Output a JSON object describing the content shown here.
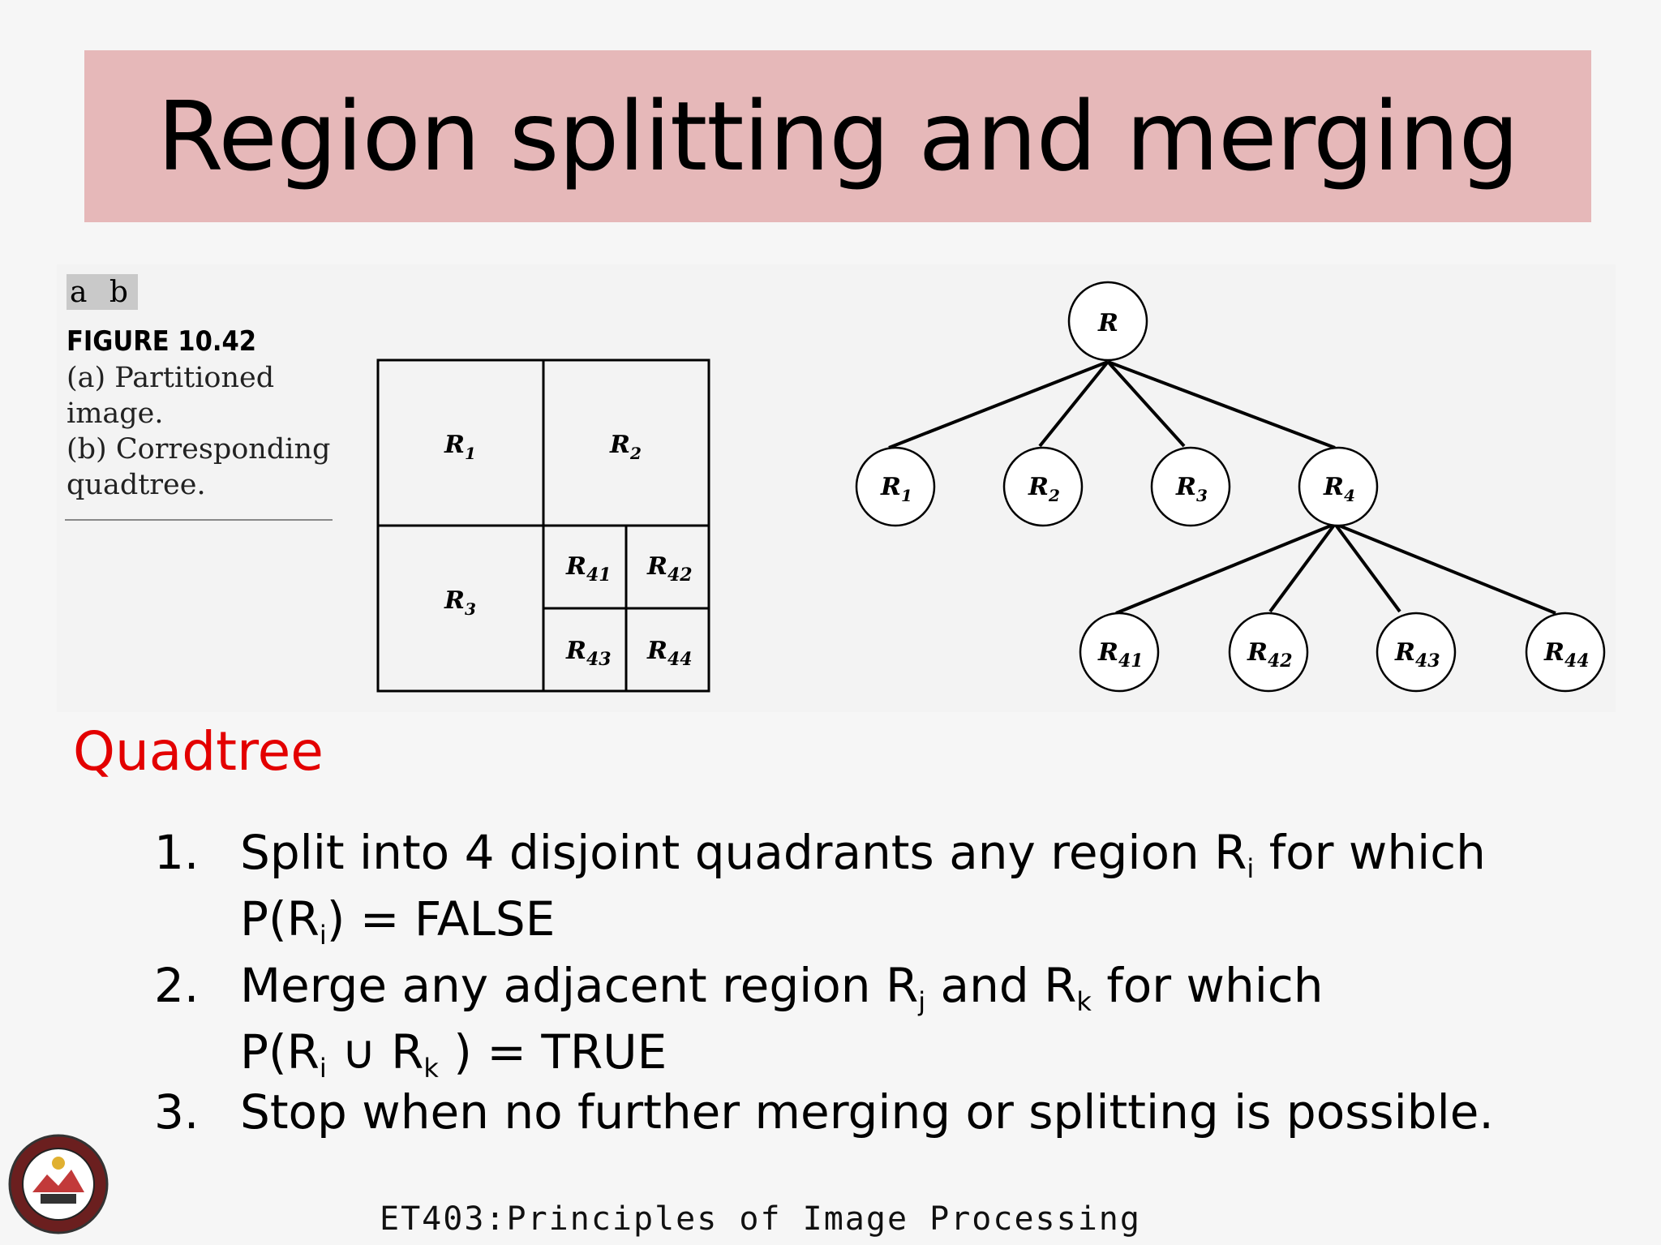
{
  "slide": {
    "title": "Region splitting and merging",
    "subtitle": "Quadtree",
    "footer": "ET403:Principles of Image Processing"
  },
  "figure": {
    "panel_labels": "a b",
    "number": "FIGURE 10.42",
    "caption_lines": [
      "(a) Partitioned",
      "image.",
      "(b) Corresponding",
      "quadtree."
    ],
    "regions": {
      "r": "R",
      "r1": "1",
      "r2": "2",
      "r3": "3",
      "r4": "4",
      "r41": "41",
      "r42": "42",
      "r43": "43",
      "r44": "44"
    }
  },
  "steps": [
    {
      "num": "1.",
      "line1_pre": "Split into 4 disjoint quadrants any region R",
      "line1_sub": "i",
      "line1_post": " for which",
      "line2_pre": "P(R",
      "line2_sub": "i",
      "line2_post": ") = FALSE"
    },
    {
      "num": "2.",
      "line1_pre": "Merge any adjacent region R",
      "line1_sub": "j",
      "line1_mid": " and R",
      "line1_sub2": "k",
      "line1_post": " for which",
      "line2_pre": "P(R",
      "line2_sub": "i",
      "line2_mid": " ∪ R",
      "line2_sub2": "k",
      "line2_post": " ) = TRUE"
    },
    {
      "num": "3.",
      "line1_pre": "Stop when no further merging or splitting is possible."
    }
  ]
}
